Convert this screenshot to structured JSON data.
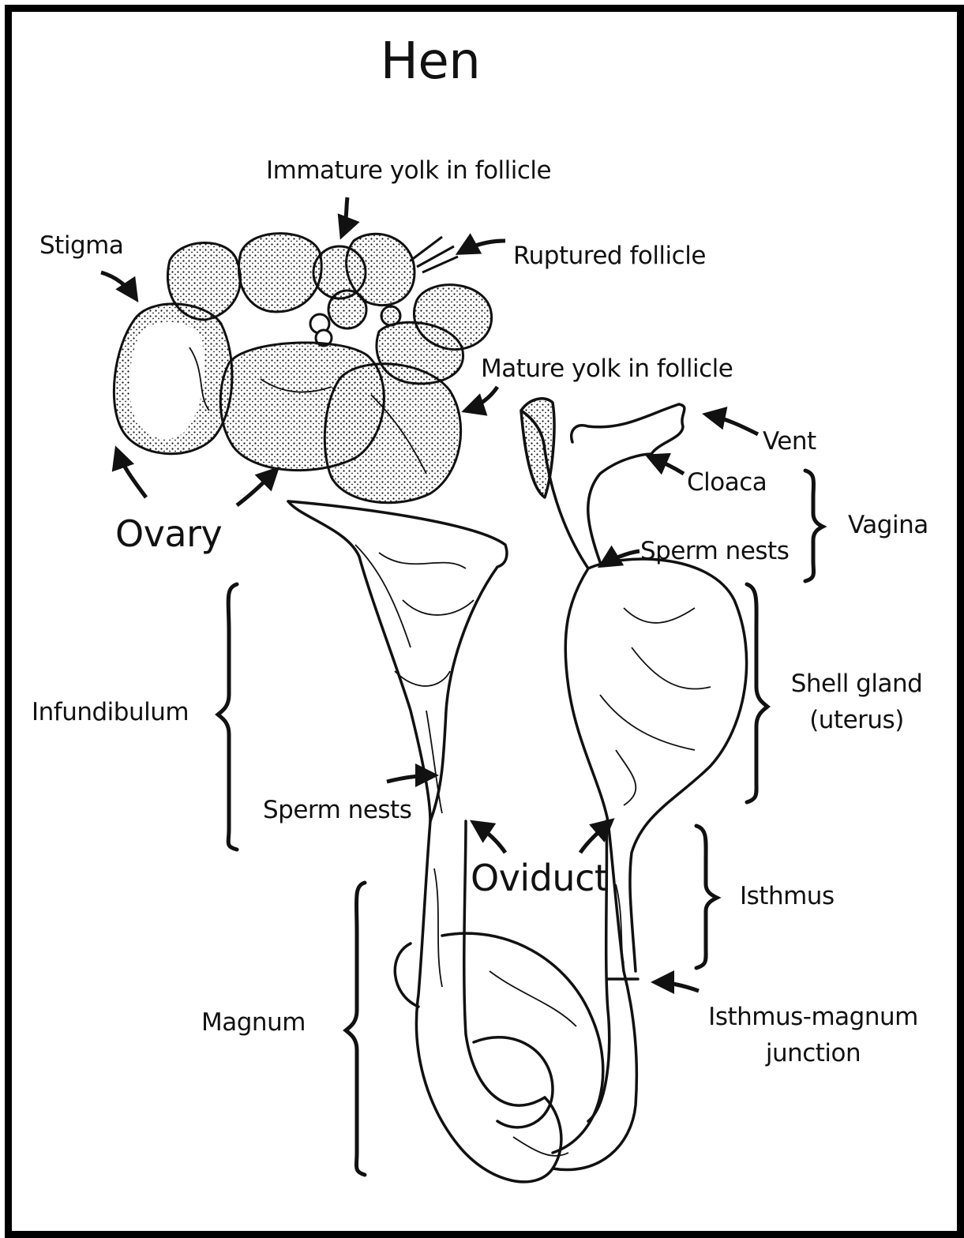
{
  "title": "Hen",
  "labels": {
    "immature_yolk": "Immature yolk in follicle",
    "stigma": "Stigma",
    "ruptured_follicle": "Ruptured follicle",
    "mature_yolk": "Mature yolk in follicle",
    "vent": "Vent",
    "cloaca": "Cloaca",
    "vagina": "Vagina",
    "sperm_nests_upper": "Sperm nests",
    "ovary": "Ovary",
    "infundibulum": "Infundibulum",
    "shell_gland_line1": "Shell gland",
    "shell_gland_line2": "(uterus)",
    "sperm_nests_lower": "Sperm nests",
    "oviduct": "Oviduct",
    "isthmus": "Isthmus",
    "magnum": "Magnum",
    "isthmus_magnum_line1": "Isthmus-magnum",
    "isthmus_magnum_line2": "junction"
  },
  "colors": {
    "ink": "#111111",
    "paper": "#ffffff",
    "border": "#000000"
  }
}
